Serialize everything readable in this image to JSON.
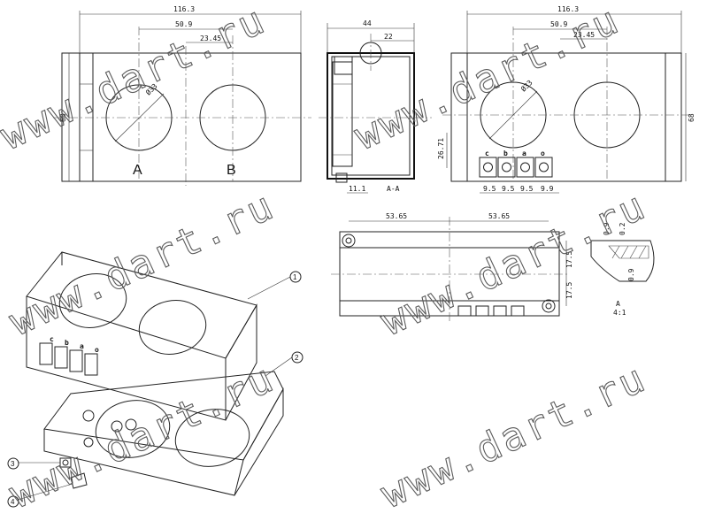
{
  "front_view": {
    "dim_width": "116.3",
    "dim_center": "50.9",
    "dim_half": "23.45",
    "dim_diameter": "Ø33",
    "dim_height": "68",
    "label_a": "A",
    "label_b": "B"
  },
  "section_view": {
    "dim_width": "44",
    "dim_offset": "22",
    "dim_bottom": "11.1",
    "section_label": "A-A"
  },
  "terminal_view": {
    "dim_width": "116.3",
    "dim_center": "50.9",
    "dim_half": "23.45",
    "dim_diameter": "Ø33",
    "dim_height": "68",
    "dim_terminal_height": "26.71",
    "terminal_labels": [
      "c",
      "b",
      "a",
      "o"
    ],
    "pitch_labels": [
      "9.5",
      "9.5",
      "9.5",
      "9.9"
    ]
  },
  "top_view": {
    "dim_left": "53.65",
    "dim_right": "53.65",
    "dim_upper": "17.5",
    "dim_lower": "17.5"
  },
  "detail_view": {
    "dim_a": "0.9",
    "dim_b": "0.2",
    "dim_c": "0.9",
    "label": "A",
    "scale": "4:1"
  },
  "iso_view": {
    "terminal_labels": [
      "c",
      "b",
      "a",
      "o"
    ],
    "callouts": [
      "1",
      "2",
      "3",
      "4"
    ]
  },
  "watermark": "www.dart.ru"
}
